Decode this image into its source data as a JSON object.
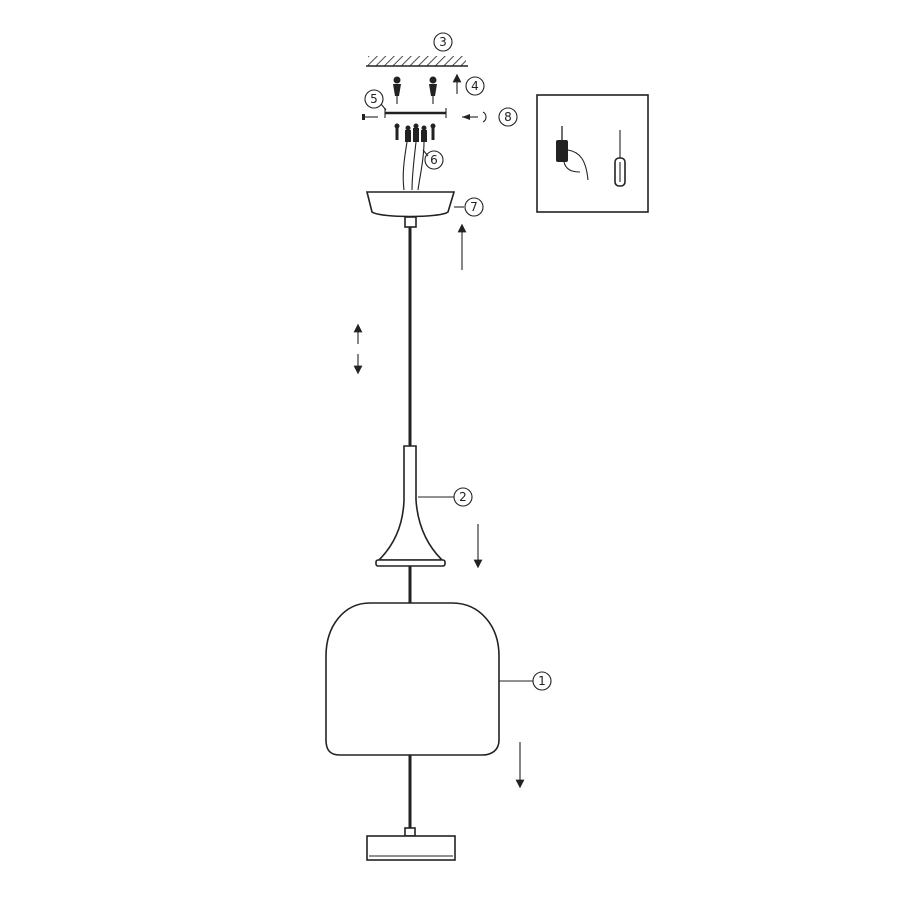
{
  "callouts": {
    "shade": "1",
    "cone": "2",
    "ceiling": "3",
    "screws_up": "4",
    "bracket": "5",
    "connector": "6",
    "canopy": "7",
    "side_screw": "8"
  },
  "tools": [
    "drill-icon",
    "screwdriver-icon"
  ],
  "colors": {
    "line": "#222222",
    "background": "#ffffff"
  }
}
